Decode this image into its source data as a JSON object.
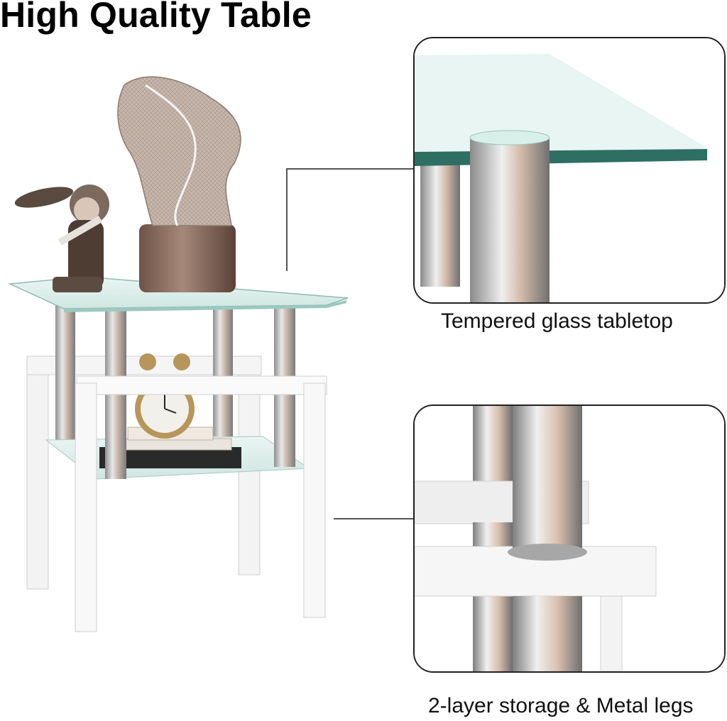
{
  "headline": "High Quality Table",
  "callouts": [
    {
      "caption": "Tempered glass tabletop",
      "detail_icon": "glass-tabletop-closeup"
    },
    {
      "caption": "2-layer storage & Metal legs",
      "detail_icon": "metal-legs-closeup"
    }
  ],
  "colors": {
    "frame_white": "#f6f6f6",
    "glass_tint": "#cfe9e4",
    "chrome": "#b9b9b9",
    "bronze": "#8a6a5a"
  }
}
